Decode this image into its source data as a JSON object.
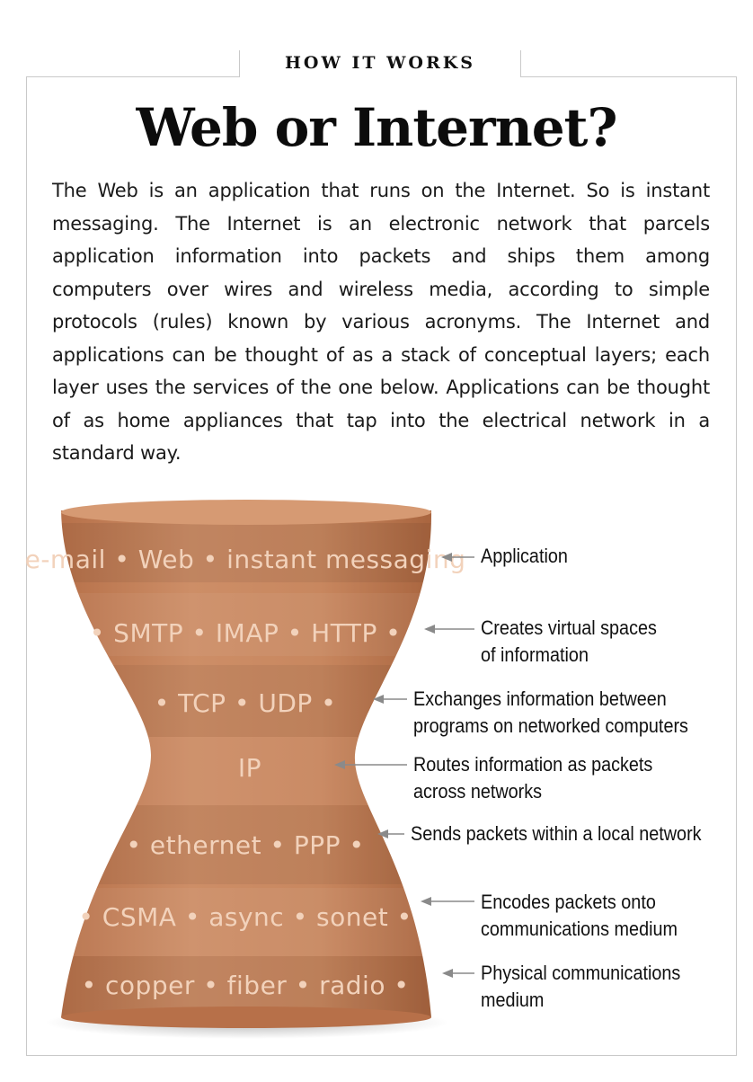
{
  "header": {
    "kicker": "HOW IT WORKS",
    "title": "Web or Internet?"
  },
  "intro": "The Web is an application that runs on the Internet. So is instant messaging. The Internet is an electronic network that parcels application information into packets and ships them among computers over wires and wireless media, according to simple protocols (rules) known by various acronyms. The Internet and applications can be thought of as a stack of conceptual layers; each layer uses the services of the one below. Applications can be thought of as home appliances that tap into the electrical network in a standard way.",
  "diagram": {
    "shape_color": "#c98a63",
    "text_color": "#f2d2bb",
    "layers": [
      {
        "protocols": "e-mail • Web • instant messaging",
        "description": "Application"
      },
      {
        "protocols": "• SMTP • IMAP • HTTP •",
        "description": "Creates virtual spaces\nof information"
      },
      {
        "protocols": "• TCP • UDP •",
        "description": "Exchanges information between\nprograms on networked computers"
      },
      {
        "protocols": "IP",
        "description": "Routes information as packets\nacross networks"
      },
      {
        "protocols": "• ethernet • PPP •",
        "description": "Sends packets within a local network"
      },
      {
        "protocols": "• CSMA • async • sonet •",
        "description": "Encodes packets onto\ncommunications medium"
      },
      {
        "protocols": "• copper • fiber • radio •",
        "description": "Physical communications\nmedium"
      }
    ]
  }
}
